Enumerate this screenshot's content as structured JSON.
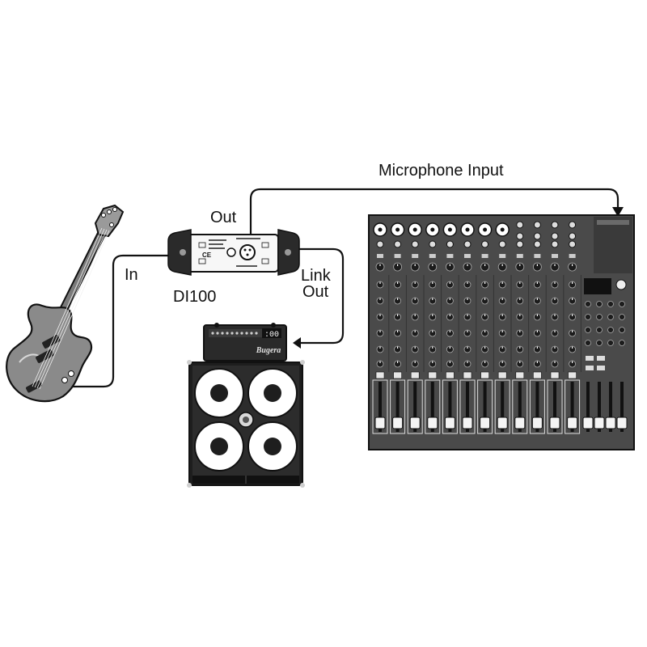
{
  "labels": {
    "in": "In",
    "out": "Out",
    "link_out_line1": "Link",
    "link_out_line2": "Out",
    "device": "DI100",
    "mic_input": "Microphone Input"
  },
  "amp": {
    "brand_logo": "Bugera",
    "display": ":00"
  },
  "mixer": {
    "mono_channels": 8,
    "stereo_channels": 4
  },
  "colors": {
    "line": "#111111",
    "guitar_body": "#8a8a8a",
    "mixer_panel": "#4a4a4a",
    "mixer_dark": "#2b2b2b"
  }
}
